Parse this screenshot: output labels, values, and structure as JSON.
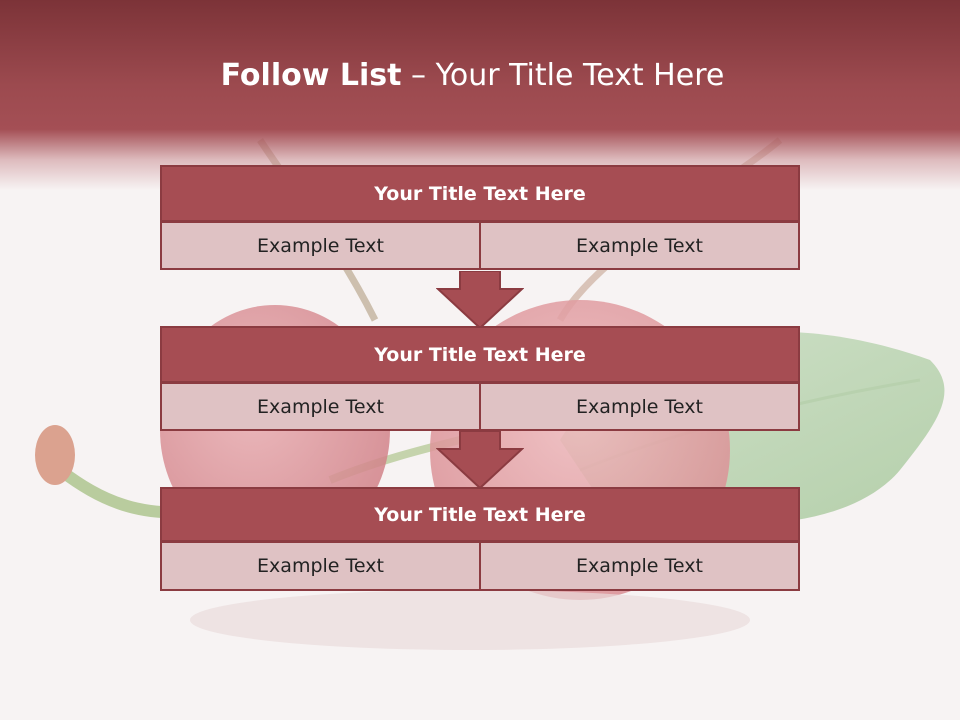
{
  "slide": {
    "title_bold": "Follow List",
    "title_separator": " – ",
    "title_rest": "Your Title Text Here"
  },
  "blocks": [
    {
      "title": "Your Title Text Here",
      "cells": [
        "Example Text",
        "Example Text"
      ]
    },
    {
      "title": "Your Title Text Here",
      "cells": [
        "Example Text",
        "Example Text"
      ]
    },
    {
      "title": "Your Title Text Here",
      "cells": [
        "Example Text",
        "Example Text"
      ]
    }
  ],
  "colors": {
    "header": "#a44f55",
    "block_title": "#a64d53",
    "cell": "#dfc2c4",
    "border": "#8b3b41",
    "arrow": "#a64d53"
  }
}
